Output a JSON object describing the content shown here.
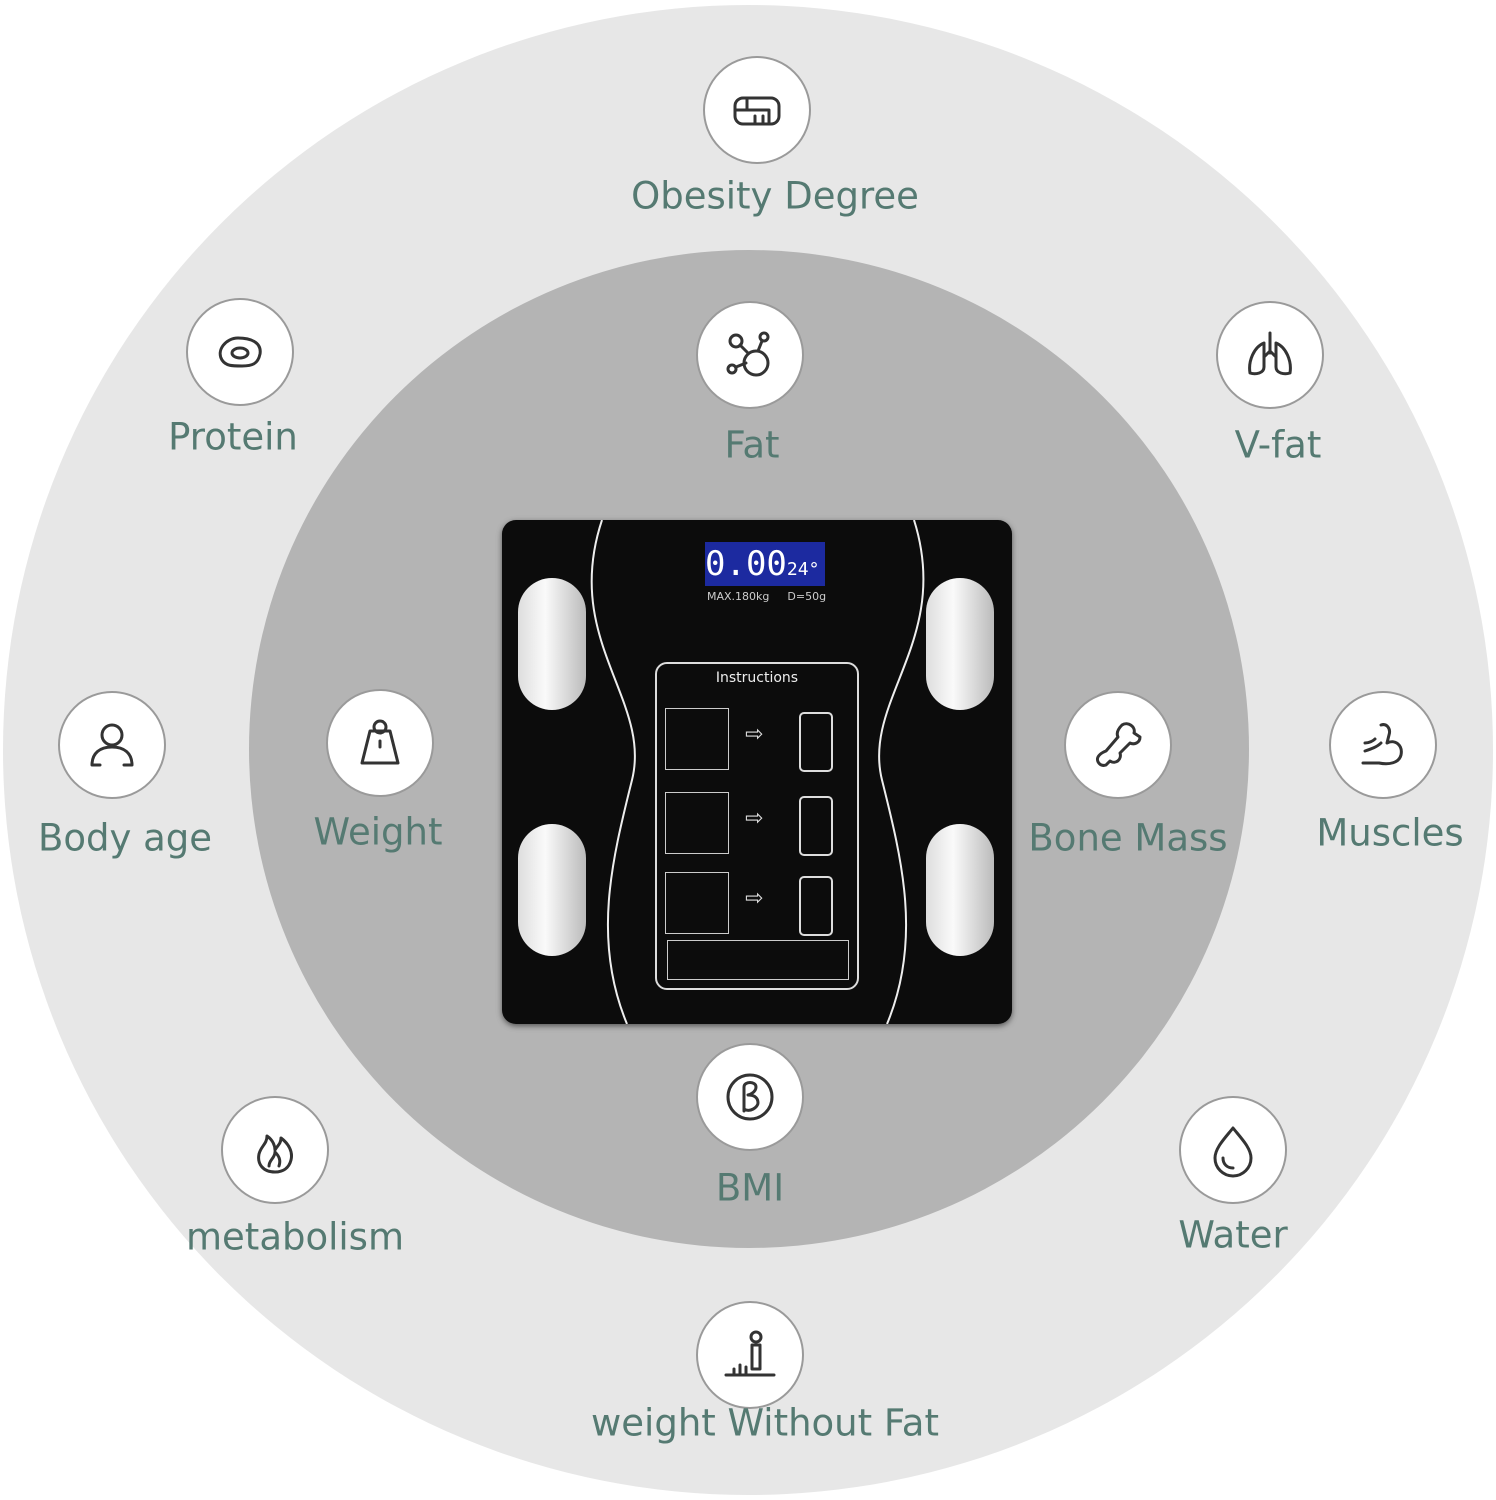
{
  "colors": {
    "label": "#557a72",
    "outer_ring": "#e7e7e7",
    "inner_ring": "#b4b4b4",
    "scale": "#0c0c0c",
    "lcd": "#1c2aa0"
  },
  "metrics": [
    {
      "label": "Obesity Degree",
      "icon": "measuring-tape-icon"
    },
    {
      "label": "Protein",
      "icon": "egg-icon"
    },
    {
      "label": "Fat",
      "icon": "molecule-icon"
    },
    {
      "label": "V-fat",
      "icon": "lungs-icon"
    },
    {
      "label": "Body age",
      "icon": "person-icon"
    },
    {
      "label": "Weight",
      "icon": "weight-icon"
    },
    {
      "label": "Bone Mass",
      "icon": "bone-icon"
    },
    {
      "label": "Muscles",
      "icon": "muscle-arm-icon"
    },
    {
      "label": "metabolism",
      "icon": "flame-icon"
    },
    {
      "label": "BMI",
      "icon": "bmi-b-icon"
    },
    {
      "label": "Water",
      "icon": "water-drop-icon"
    },
    {
      "label": "weight Without Fat",
      "icon": "body-chart-icon"
    }
  ],
  "scale": {
    "display": "0.00",
    "temperature": "24°",
    "max": "MAX.180kg",
    "division": "D=50g",
    "instructions_title": "Instructions"
  }
}
